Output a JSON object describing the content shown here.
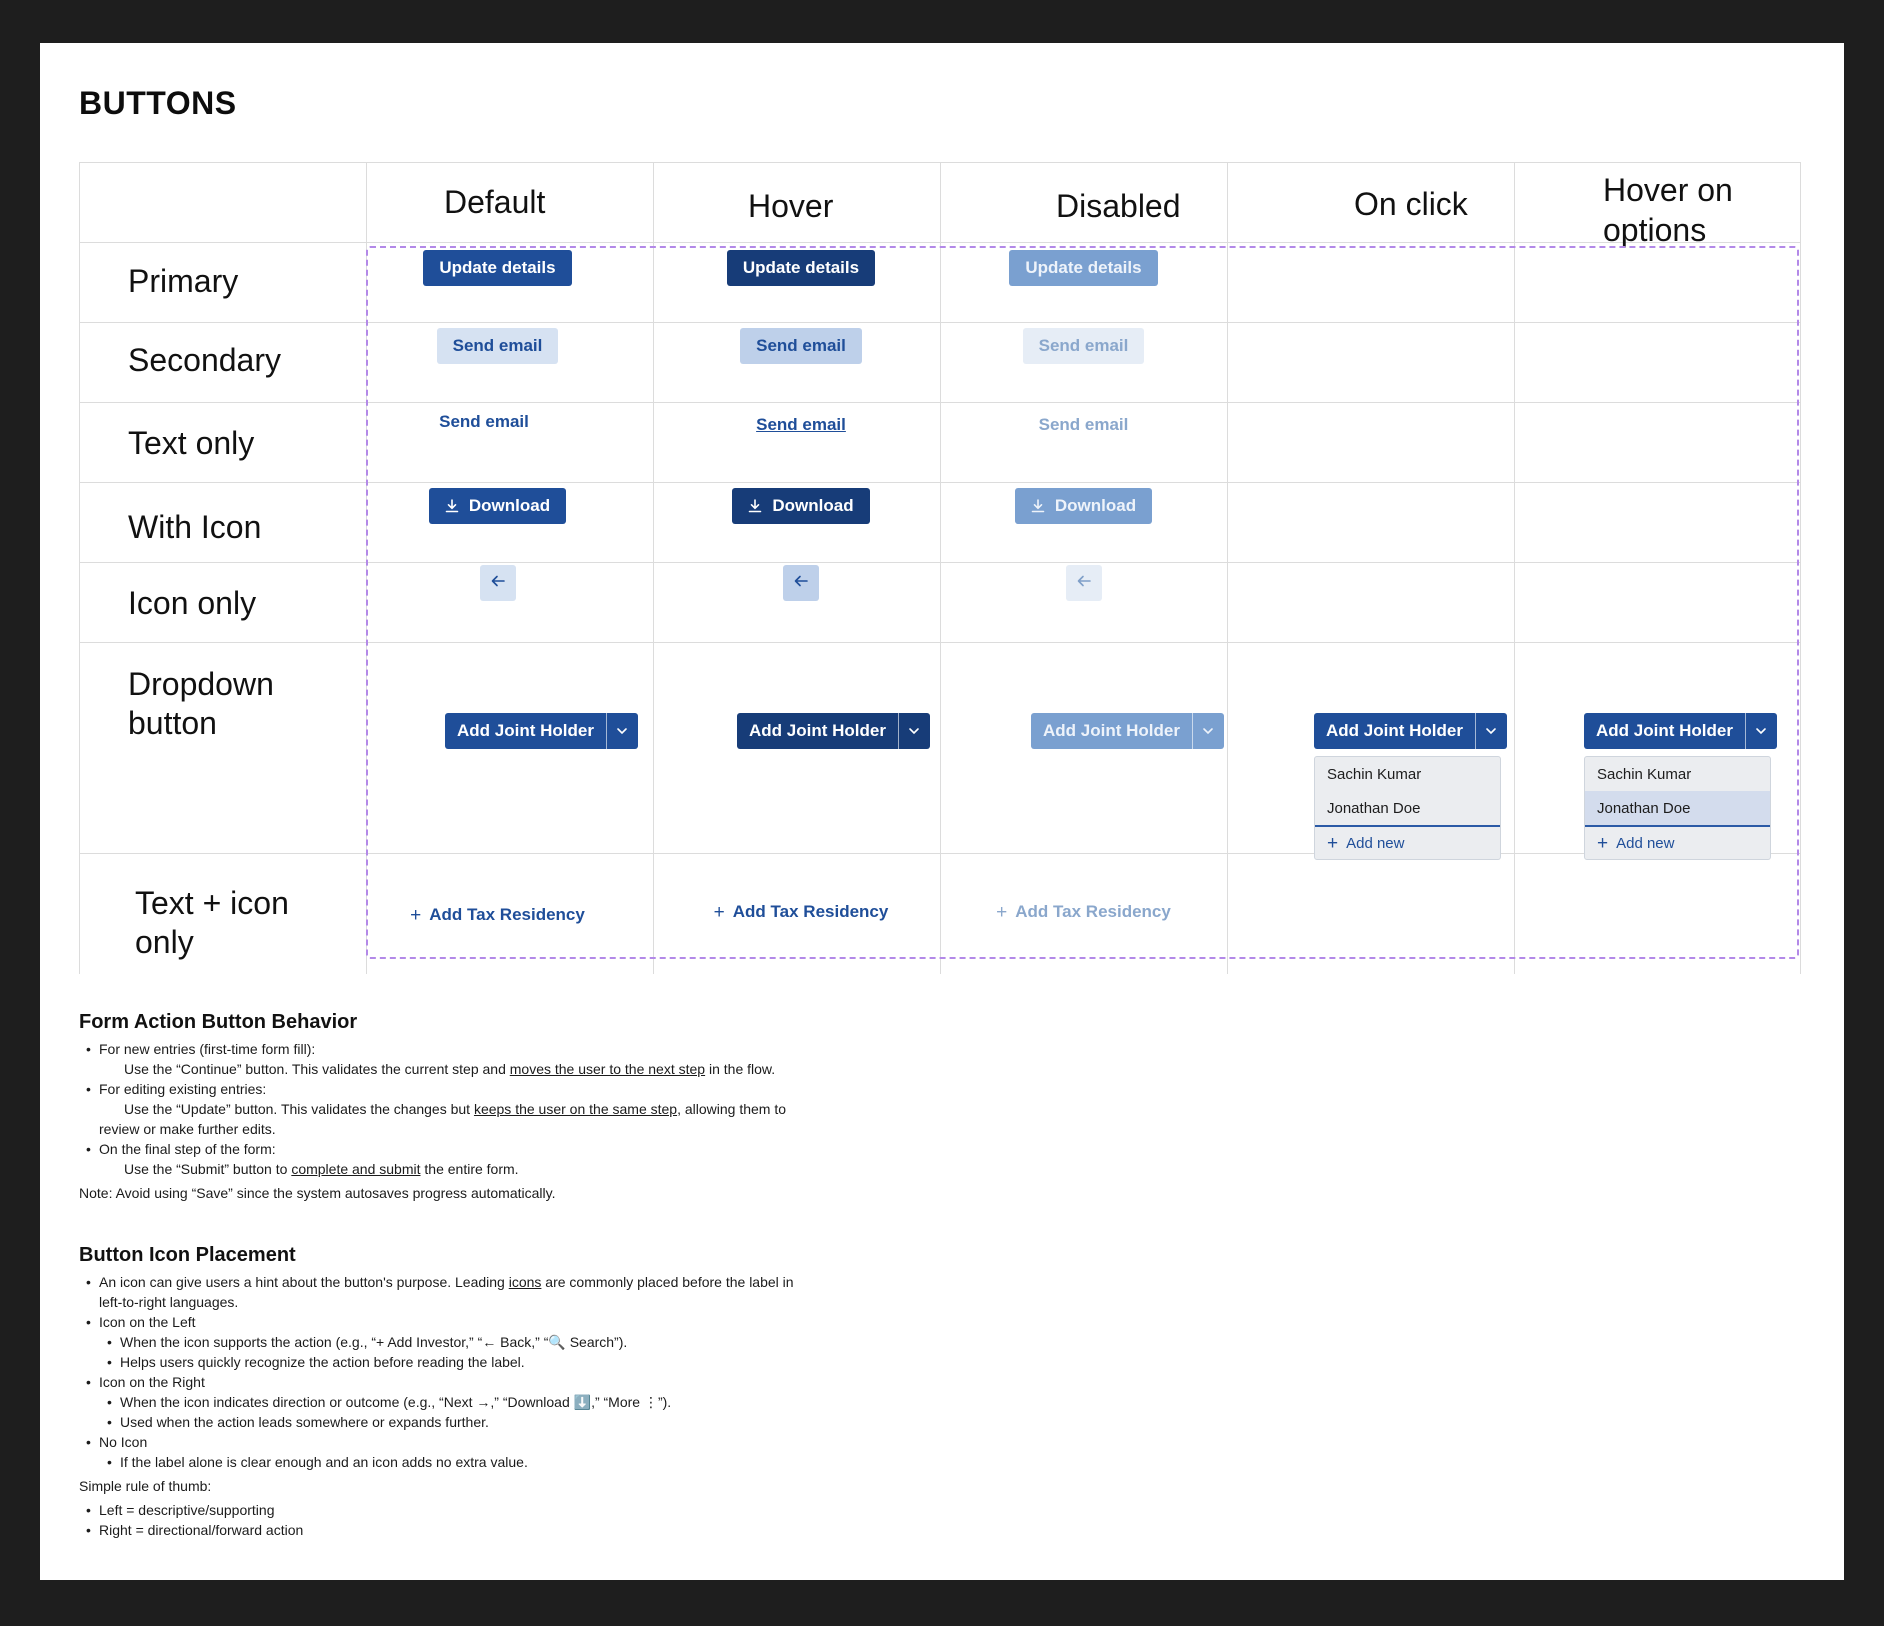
{
  "title": "BUTTONS",
  "columns": [
    "Default",
    "Hover",
    "Disabled",
    "On click",
    "Hover on options"
  ],
  "rows": [
    "Primary",
    "Secondary",
    "Text only",
    "With Icon",
    "Icon only",
    "Dropdown button",
    "Text + icon only"
  ],
  "labels": {
    "primary": "Update details",
    "secondary": "Send email",
    "text_only": "Send email",
    "with_icon": "Download",
    "dropdown": "Add Joint Holder",
    "text_icon": "Add Tax Residency"
  },
  "dropdown_options": [
    "Sachin Kumar",
    "Jonathan Doe"
  ],
  "dropdown_add": "Add new",
  "icons": {
    "download": "download-icon",
    "back": "arrow-left-icon",
    "caret": "chevron-down-icon",
    "plus": "plus-icon"
  },
  "colors": {
    "primary": "#1f4e99",
    "primary_hover": "#173c78",
    "primary_disabled": "#7aa0d0",
    "secondary_bg": "#d6e2f2",
    "outline_dashed": "#b389e8"
  },
  "notes": {
    "form_action": {
      "heading": "Form Action Button Behavior",
      "b1": "For new entries (first-time form fill):",
      "b1_a": "Use the “Continue” button. This validates the current step and ",
      "b1_u": "moves the user to the next step",
      "b1_b": " in the flow.",
      "b2": "For editing existing entries:",
      "b2_a": "Use the “Update” button. This validates the changes but ",
      "b2_u": "keeps the user on the same step",
      "b2_b": ", allowing them to",
      "b2_c": "review or make further edits.",
      "b3": "On the final step of the form:",
      "b3_a": "Use the “Submit” button to ",
      "b3_u": "complete and submit",
      "b3_b": " the entire form.",
      "note": "Note: Avoid using “Save” since the system autosaves progress automatically."
    },
    "icon_placement": {
      "heading": "Button Icon Placement",
      "b1_a": "An icon can give users a hint about the button's purpose. Leading ",
      "b1_u": "icons",
      "b1_b": " are commonly placed before the label in",
      "b1_c": "left-to-right languages.",
      "b2": "Icon on the Left",
      "b2_s1": "When the icon supports the action (e.g., “+ Add Investor,” “← Back,” “🔍 Search”).",
      "b2_s2": "Helps users quickly recognize the action before reading the label.",
      "b3": "Icon on the Right",
      "b3_s1": "When the icon indicates direction or outcome (e.g., “Next →,” “Download ⬇️,” “More ⋮”).",
      "b3_s2": "Used when the action leads somewhere or expands further.",
      "b4": "No Icon",
      "b4_s1": "If the label alone is clear enough and an icon adds no extra value.",
      "rule": "Simple rule of thumb:",
      "r1": "Left = descriptive/supporting",
      "r2": "Right = directional/forward action"
    }
  }
}
